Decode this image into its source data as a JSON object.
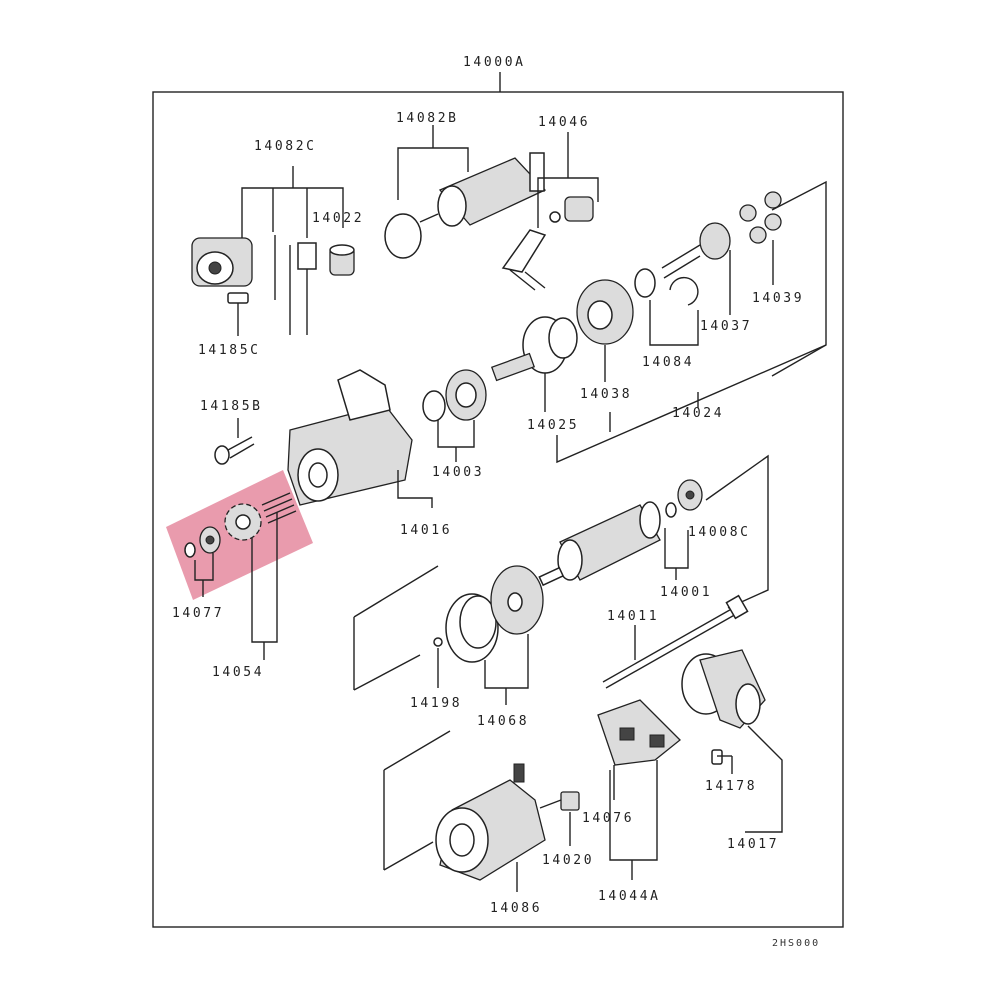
{
  "diagram": {
    "assembly_code": "14000A",
    "drawing_code": "2HS000",
    "highlight_color": "#e0708a",
    "labels": {
      "p14082C": "14082C",
      "p14082B": "14082B",
      "p14046": "14046",
      "p14022": "14022",
      "p14185C": "14185C",
      "p14039": "14039",
      "p14037": "14037",
      "p14084": "14084",
      "p14038": "14038",
      "p14024": "14024",
      "p14025": "14025",
      "p14185B": "14185B",
      "p14003": "14003",
      "p14016": "14016",
      "p14077": "14077",
      "p14054": "14054",
      "p14008C": "14008C",
      "p14001": "14001",
      "p14011": "14011",
      "p14198": "14198",
      "p14068": "14068",
      "p14076": "14076",
      "p14178": "14178",
      "p14017": "14017",
      "p14020": "14020",
      "p14086": "14086",
      "p14044A": "14044A"
    }
  }
}
